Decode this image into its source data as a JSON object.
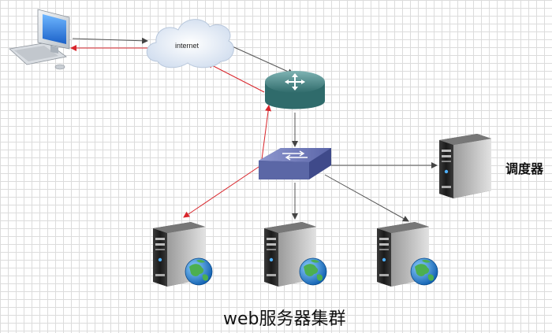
{
  "diagram": {
    "cloud_label": "internet",
    "scheduler_label": "调度器",
    "title": "web服务器集群"
  },
  "nodes": {
    "client": "pc-icon",
    "cloud": "cloud-icon",
    "router": "router-icon",
    "switch": "switch-icon",
    "scheduler": "server-icon",
    "web_servers": [
      "web-server-icon",
      "web-server-icon",
      "web-server-icon"
    ]
  },
  "colors": {
    "request_line": "#555555",
    "response_line": "#d9262c",
    "router_body": "#4c8d8d",
    "switch_body": "#5b67a6",
    "globe": "#1e90d6"
  }
}
